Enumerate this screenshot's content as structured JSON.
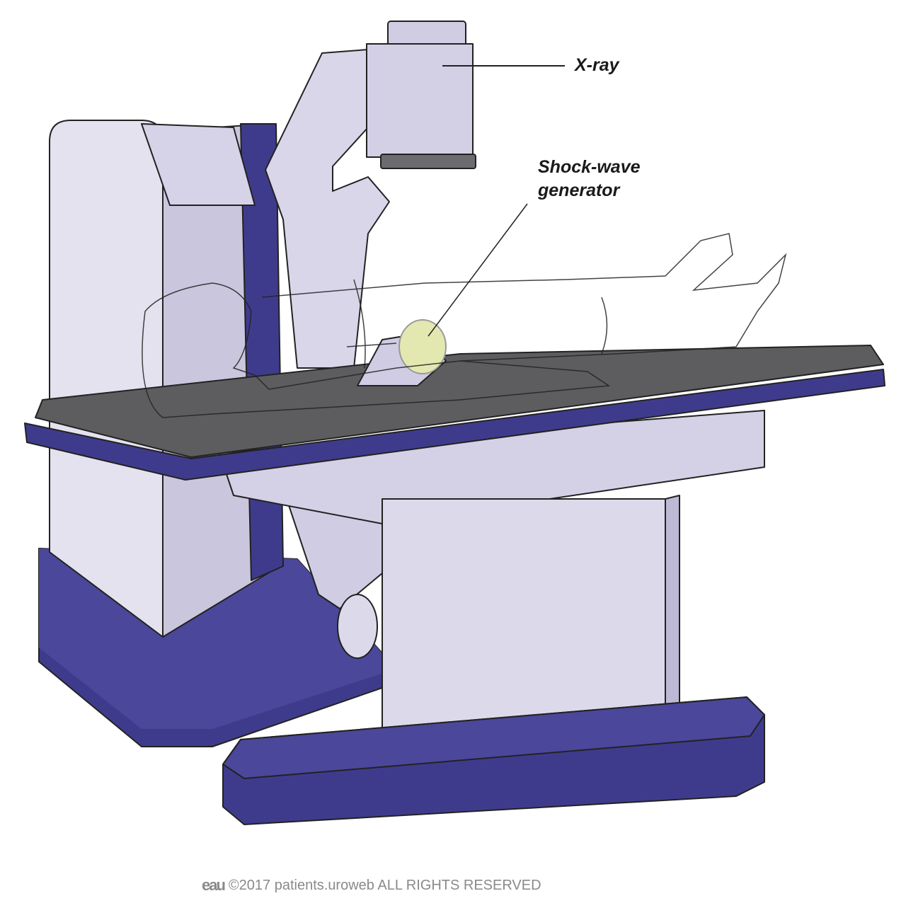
{
  "labels": {
    "xray": "X-ray",
    "shockwave_line1": "Shock-wave",
    "shockwave_line2": "generator"
  },
  "footer": {
    "logo": "eau",
    "copyright": "©2017 patients.uroweb ALL RIGHTS RESERVED"
  },
  "colors": {
    "lavender": "#dcdaea",
    "purple": "#3f3b8c",
    "tabletop": "#5d5d5f",
    "generator": "#e2e8b0"
  }
}
